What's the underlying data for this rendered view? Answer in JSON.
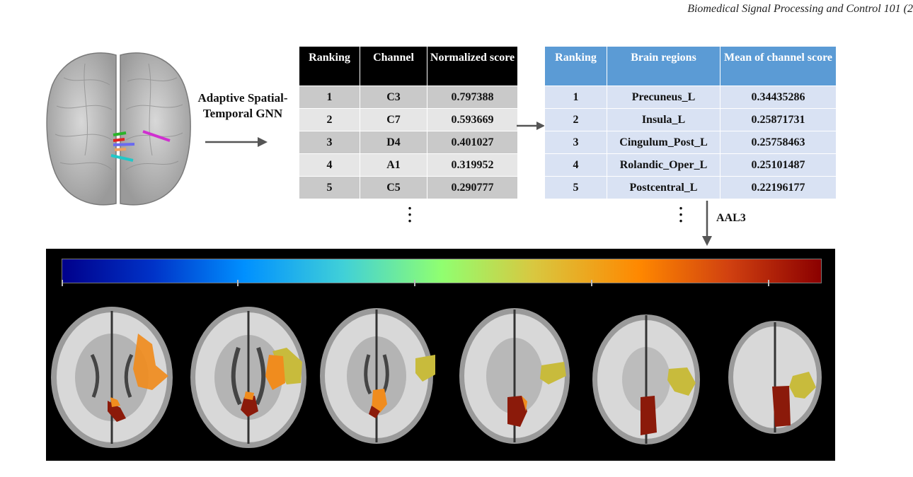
{
  "header": {
    "journal": "Biomedical Signal Processing and Control 101 (2"
  },
  "method": {
    "line1": "Adaptive Spatial-",
    "line2": "Temporal GNN"
  },
  "channel_table": {
    "headers": [
      "Ranking",
      "Channel",
      "Normalized score"
    ],
    "rows": [
      [
        "1",
        "C3",
        "0.797388"
      ],
      [
        "2",
        "C7",
        "0.593669"
      ],
      [
        "3",
        "D4",
        "0.401027"
      ],
      [
        "4",
        "A1",
        "0.319952"
      ],
      [
        "5",
        "C5",
        "0.290777"
      ]
    ]
  },
  "region_table": {
    "headers": [
      "Ranking",
      "Brain regions",
      "Mean of channel score"
    ],
    "rows": [
      [
        "1",
        "Precuneus_L",
        "0.34435286"
      ],
      [
        "2",
        "Insula_L",
        "0.25871731"
      ],
      [
        "3",
        "Cingulum_Post_L",
        "0.25758463"
      ],
      [
        "4",
        "Rolandic_Oper_L",
        "0.25101487"
      ],
      [
        "5",
        "Postcentral_L",
        "0.22196177"
      ]
    ]
  },
  "atlas_label": "AAL3",
  "colors": {
    "channel_header": "#000000",
    "region_header": "#5b9bd5",
    "region_row": "#d9e2f3",
    "highlight_yellow": "#c8bb3c",
    "highlight_orange": "#f08c1e",
    "highlight_red": "#8b1a0a"
  },
  "icons": {
    "brain_3d": "brain-channel-icon",
    "arrows": "arrow-right-icon",
    "down_arrow": "arrow-down-icon"
  }
}
